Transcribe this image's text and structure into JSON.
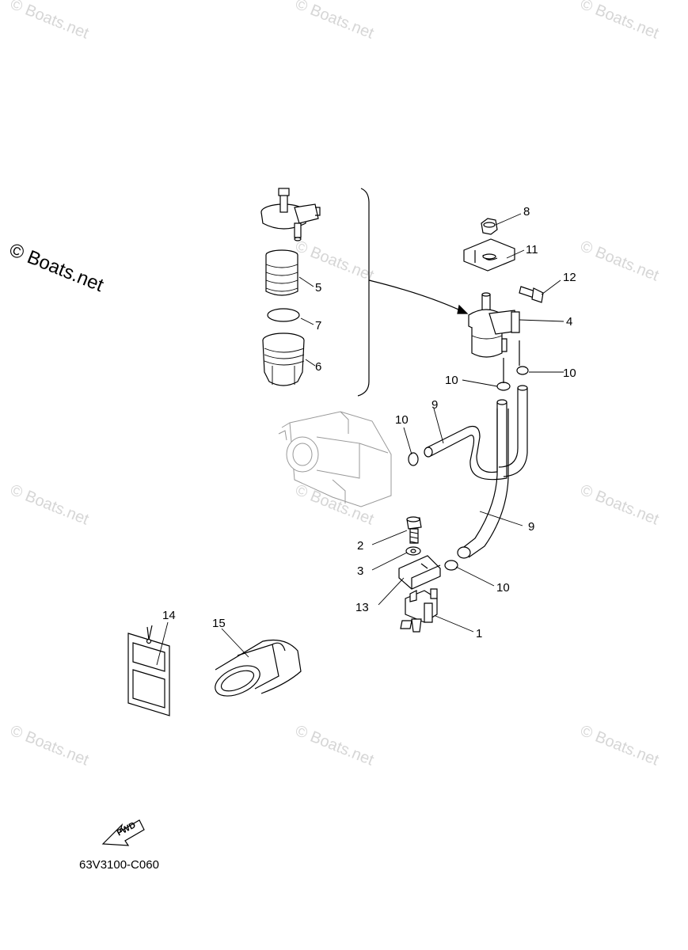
{
  "watermark": "© Boats.net",
  "diagram_code": "63V3100-C060",
  "fwd_label": "FWD",
  "callouts": {
    "c1": "1",
    "c2": "2",
    "c3": "3",
    "c4": "4",
    "c5": "5",
    "c6": "6",
    "c7": "7",
    "c8": "8",
    "c9a": "9",
    "c9b": "9",
    "c10a": "10",
    "c10b": "10",
    "c10c": "10",
    "c10d": "10",
    "c11": "11",
    "c12": "12",
    "c13": "13",
    "c14": "14",
    "c15": "15"
  }
}
